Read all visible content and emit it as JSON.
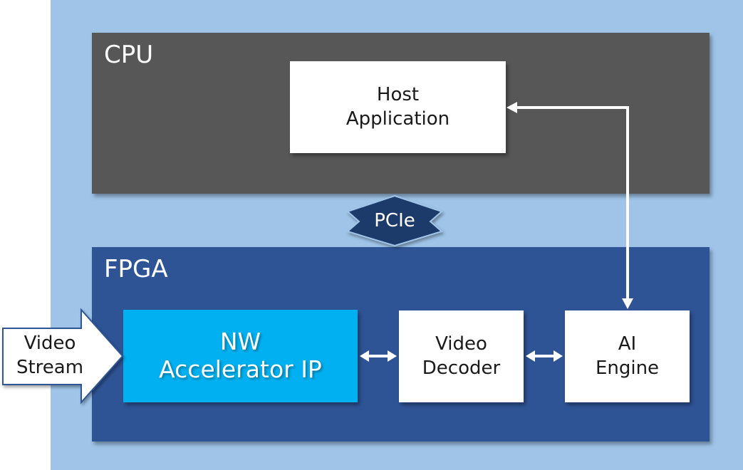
{
  "colors": {
    "outer_background": "#9fc4e8",
    "cpu_region": "#575757",
    "fpga_region": "#2f5496",
    "accelerator": "#00b0f0",
    "pcie": "#1f3a6b",
    "box": "#ffffff",
    "arrow": "#ffffff"
  },
  "regions": {
    "cpu": {
      "label": "CPU"
    },
    "fpga": {
      "label": "FPGA"
    }
  },
  "blocks": {
    "host_application": {
      "label": "Host\nApplication"
    },
    "nw_accelerator": {
      "label": "NW\nAccelerator IP"
    },
    "video_decoder": {
      "label": "Video\nDecoder"
    },
    "ai_engine": {
      "label": "AI\nEngine"
    }
  },
  "connectors": {
    "pcie": {
      "label": "PCIe"
    },
    "video_stream": {
      "label": "Video\nStream"
    }
  },
  "links": [
    {
      "from": "nw_accelerator",
      "to": "video_decoder",
      "direction": "bidirectional"
    },
    {
      "from": "video_decoder",
      "to": "ai_engine",
      "direction": "bidirectional"
    },
    {
      "from": "ai_engine",
      "to": "host_application",
      "direction": "bidirectional"
    }
  ]
}
